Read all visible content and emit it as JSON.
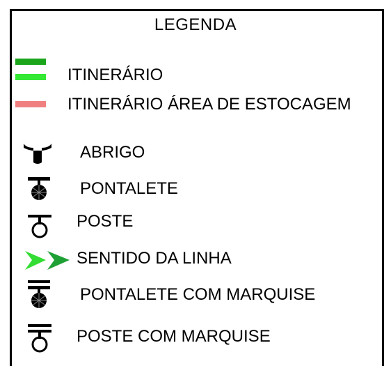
{
  "legend": {
    "title": "LEGENDA",
    "items": [
      {
        "label": "ITINERÁRIO",
        "symbol": "route-line",
        "colors": [
          "#1aa51a",
          "#34e834"
        ]
      },
      {
        "label": "ITINERÁRIO ÁREA DE ESTOCAGEM",
        "symbol": "storage-route-line",
        "color": "#f08080"
      },
      {
        "label": "ABRIGO",
        "symbol": "shelter-icon"
      },
      {
        "label": "PONTALETE",
        "symbol": "pontalete-icon"
      },
      {
        "label": "POSTE",
        "symbol": "poste-icon"
      },
      {
        "label": "SENTIDO DA LINHA",
        "symbol": "direction-arrows-icon",
        "colors": [
          "#33dd33",
          "#1fa035"
        ]
      },
      {
        "label": "PONTALETE COM MARQUISE",
        "symbol": "pontalete-marquise-icon"
      },
      {
        "label": "POSTE COM MARQUISE",
        "symbol": "poste-marquise-icon"
      }
    ]
  }
}
